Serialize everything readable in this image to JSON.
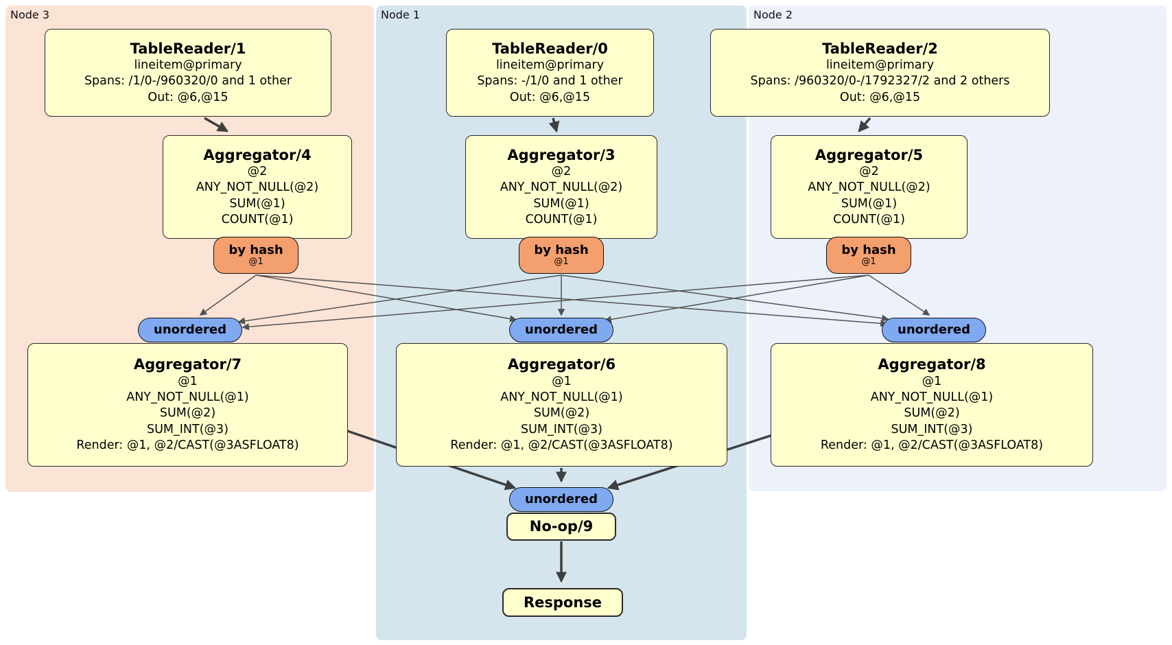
{
  "regions": {
    "node3": {
      "label": "Node 3",
      "color": "#fbe3d6"
    },
    "node1": {
      "label": "Node 1",
      "color": "#d5e5ee"
    },
    "node2": {
      "label": "Node 2",
      "color": "#ecf1fa"
    }
  },
  "processors": {
    "tr1": {
      "title": "TableReader/1",
      "lines": [
        "lineitem@primary",
        "Spans: /1/0-/960320/0 and 1 other",
        "Out: @6,@15"
      ]
    },
    "tr0": {
      "title": "TableReader/0",
      "lines": [
        "lineitem@primary",
        "Spans: -/1/0 and 1 other",
        "Out: @6,@15"
      ]
    },
    "tr2": {
      "title": "TableReader/2",
      "lines": [
        "lineitem@primary",
        "Spans: /960320/0-/1792327/2 and 2 others",
        "Out: @6,@15"
      ]
    },
    "agg4": {
      "title": "Aggregator/4",
      "lines": [
        "@2",
        "ANY_NOT_NULL(@2)",
        "SUM(@1)",
        "COUNT(@1)"
      ]
    },
    "agg3": {
      "title": "Aggregator/3",
      "lines": [
        "@2",
        "ANY_NOT_NULL(@2)",
        "SUM(@1)",
        "COUNT(@1)"
      ]
    },
    "agg5": {
      "title": "Aggregator/5",
      "lines": [
        "@2",
        "ANY_NOT_NULL(@2)",
        "SUM(@1)",
        "COUNT(@1)"
      ]
    },
    "agg7": {
      "title": "Aggregator/7",
      "lines": [
        "@1",
        "ANY_NOT_NULL(@1)",
        "SUM(@2)",
        "SUM_INT(@3)",
        "Render: @1, @2/CAST(@3ASFLOAT8)"
      ]
    },
    "agg6": {
      "title": "Aggregator/6",
      "lines": [
        "@1",
        "ANY_NOT_NULL(@1)",
        "SUM(@2)",
        "SUM_INT(@3)",
        "Render: @1, @2/CAST(@3ASFLOAT8)"
      ]
    },
    "agg8": {
      "title": "Aggregator/8",
      "lines": [
        "@1",
        "ANY_NOT_NULL(@1)",
        "SUM(@2)",
        "SUM_INT(@3)",
        "Render: @1, @2/CAST(@3ASFLOAT8)"
      ]
    },
    "noop": {
      "title": "No-op/9"
    },
    "response": {
      "title": "Response"
    }
  },
  "badges": {
    "router": {
      "label": "by hash",
      "detail": "@1"
    },
    "stream": {
      "label": "unordered"
    }
  },
  "colors": {
    "processor_fill": "#ffffce",
    "router_fill": "#f49f6e",
    "stream_fill": "#7fa9f0",
    "edge_thick": "#3f3f3f",
    "edge_thin": "#525252"
  }
}
